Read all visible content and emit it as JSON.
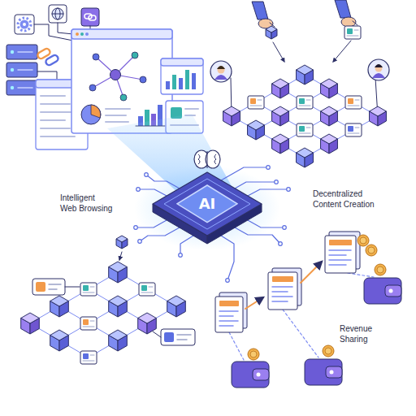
{
  "diagram": {
    "nodes": [
      {
        "text": [
          "AI"
        ]
      }
    ],
    "labels": [
      "Intelligent Web Browsing",
      "Decentralized Content Creation",
      "Revenue Sharing"
    ]
  }
}
